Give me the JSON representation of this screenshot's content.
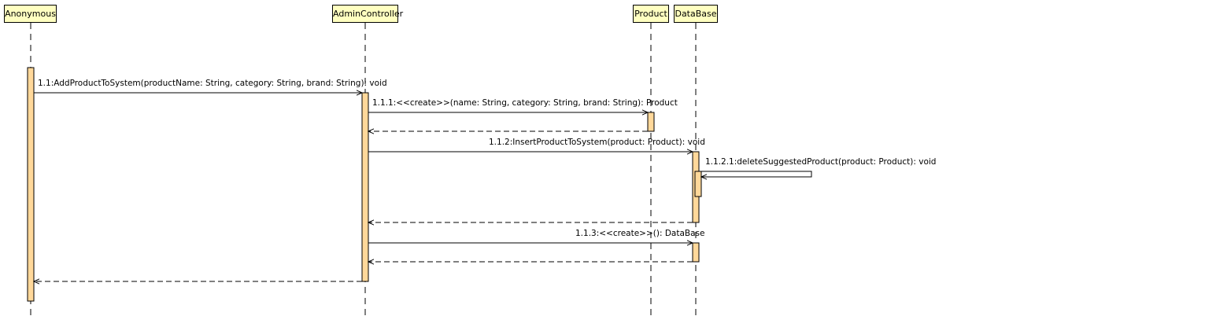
{
  "participants": {
    "anonymous": "Anonymous",
    "admin_controller": "AdminController",
    "product": "Product",
    "database": "DataBase"
  },
  "messages": {
    "m1_1": "1.1:AddProductToSystem(productName: String, category: String, brand: String): void",
    "m1_1_1": "1.1.1:<<create>>(name: String, category: String, brand: String): Product",
    "m1_1_2": "1.1.2:InsertProductToSystem(product: Product): void",
    "m1_1_2_1": "1.1.2.1:deleteSuggestedProduct(product: Product): void",
    "m1_1_3": "1.1.3:<<create>>(): DataBase"
  },
  "colors": {
    "participant_fill": "#ffffc0",
    "activation_fill": "#ffd89a",
    "line": "#000000"
  }
}
